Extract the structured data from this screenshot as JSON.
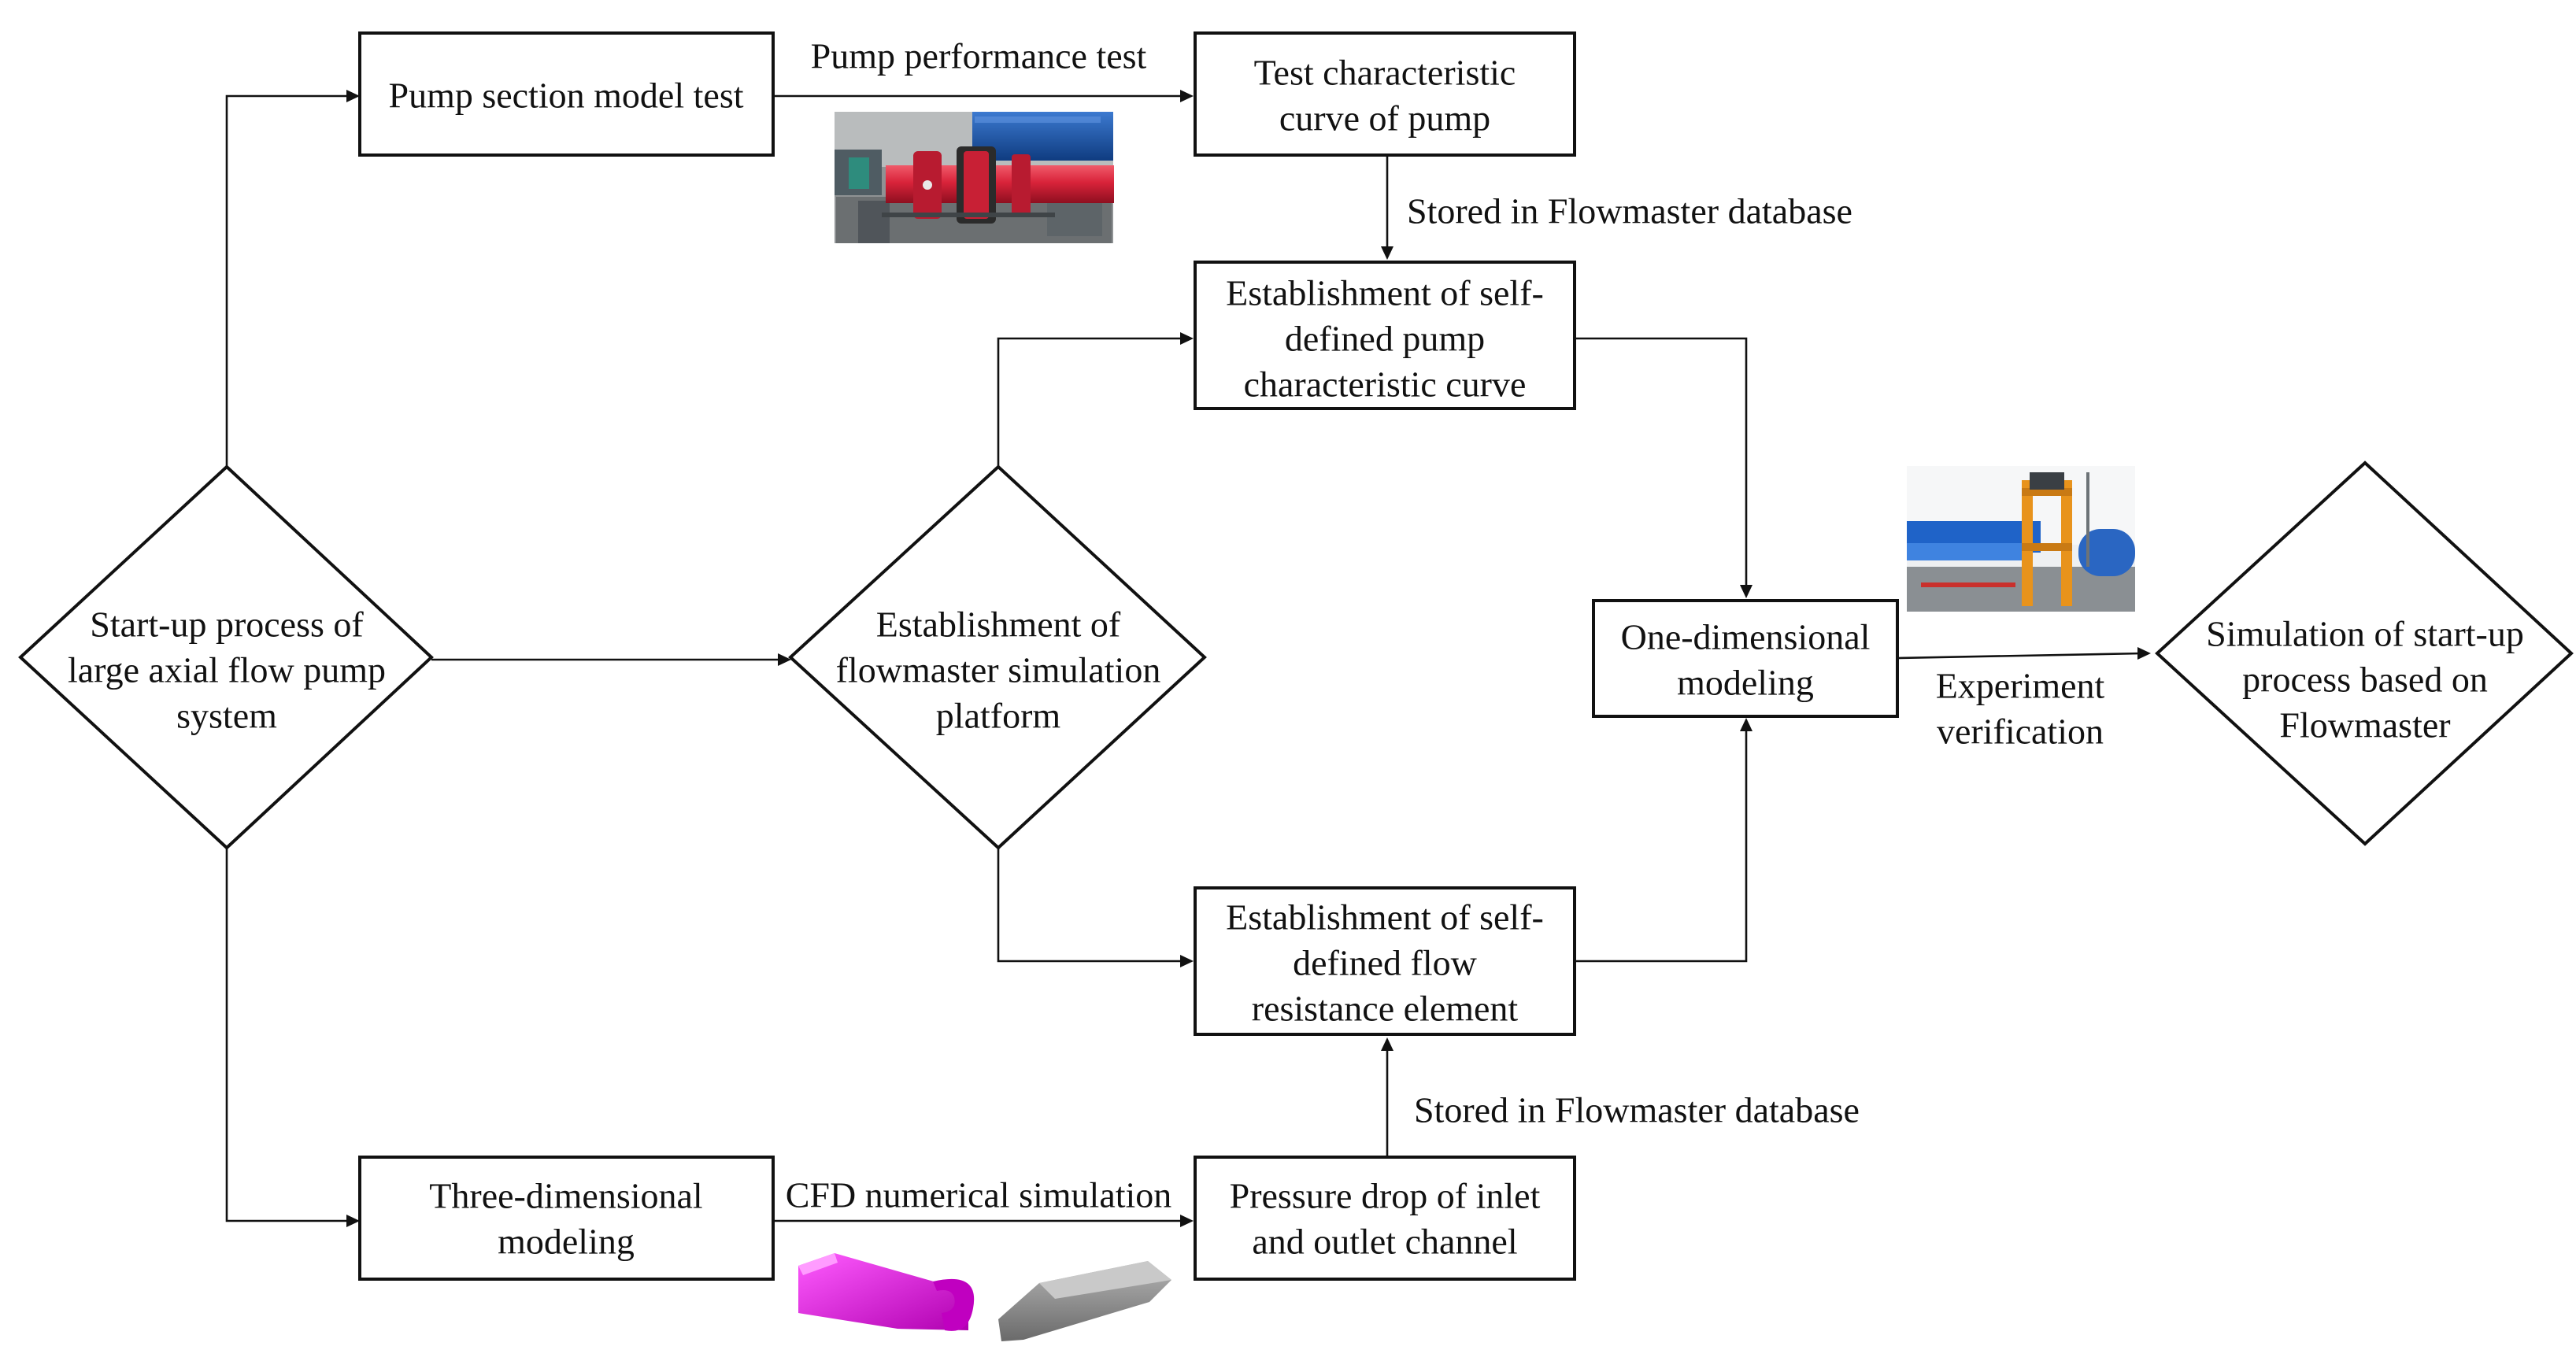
{
  "diagram": {
    "nodes": {
      "startup": [
        "Start-up process of",
        "large axial flow pump",
        "system"
      ],
      "pump_section_test": [
        "Pump section model test"
      ],
      "test_curve": [
        "Test characteristic",
        "curve of pump"
      ],
      "self_defined_pump": [
        "Establishment of self-",
        "defined pump",
        "characteristic curve"
      ],
      "flowmaster_platform": [
        "Establishment of",
        "flowmaster simulation",
        "platform"
      ],
      "one_dimensional": [
        "One-dimensional",
        "modeling"
      ],
      "simulation": [
        "Simulation of start-up",
        "process based on",
        "Flowmaster"
      ],
      "self_defined_resistance": [
        "Establishment of self-",
        "defined flow",
        "resistance element"
      ],
      "three_dimensional": [
        "Three-dimensional",
        "modeling"
      ],
      "pressure_drop": [
        "Pressure drop of inlet",
        "and outlet channel"
      ]
    },
    "edge_labels": {
      "pump_performance_test": [
        "Pump performance test"
      ],
      "stored_top": [
        "Stored in Flowmaster database"
      ],
      "stored_bottom": [
        "Stored in Flowmaster database"
      ],
      "cfd": [
        "CFD numerical simulation"
      ],
      "experiment": [
        "Experiment",
        "verification"
      ]
    }
  },
  "colors": {
    "stroke": "#111111",
    "pump_red": "#d9233a",
    "pump_blue": "#1e5aa8",
    "rig_blue": "#2d6fd0",
    "rig_orange": "#e8931c",
    "cad_magenta": "#e01ce0",
    "cad_gray": "#8a8a8a"
  },
  "icons": {
    "pump_photo": "pump-test-rig-photo",
    "rig_photo": "experiment-rig-photo",
    "cad_inlet": "inlet-channel-3d-model",
    "cad_outlet": "outlet-channel-3d-model"
  }
}
